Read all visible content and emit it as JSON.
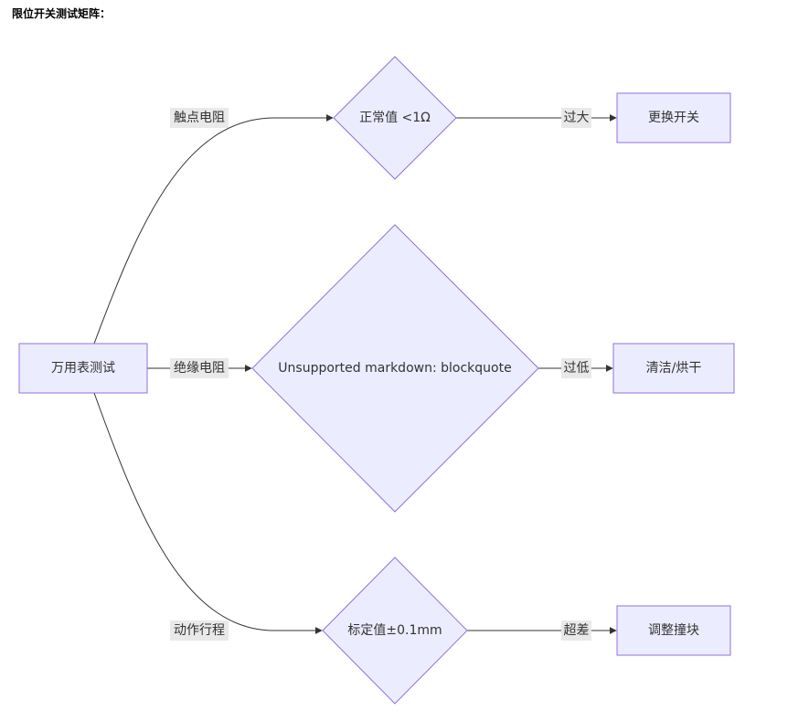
{
  "heading": "限位开关测试矩阵：",
  "colors": {
    "node_fill": "#ececff",
    "node_stroke": "#9370db",
    "edge": "#333333",
    "edge_label_bg": "#e8e8e8",
    "text": "#333333"
  },
  "nodes": {
    "start": {
      "label": "万用表测试",
      "shape": "rect"
    },
    "check_contact": {
      "label": "正常值 <1Ω",
      "shape": "diamond"
    },
    "check_insulation": {
      "label": "Unsupported markdown: blockquote",
      "shape": "diamond"
    },
    "check_travel": {
      "label": "标定值±0.1mm",
      "shape": "diamond"
    },
    "action_replace": {
      "label": "更换开关",
      "shape": "rect"
    },
    "action_clean": {
      "label": "清洁/烘干",
      "shape": "rect"
    },
    "action_adjust": {
      "label": "调整撞块",
      "shape": "rect"
    }
  },
  "edges": [
    {
      "from": "start",
      "to": "check_contact",
      "label": "触点电阻"
    },
    {
      "from": "start",
      "to": "check_insulation",
      "label": "绝缘电阻"
    },
    {
      "from": "start",
      "to": "check_travel",
      "label": "动作行程"
    },
    {
      "from": "check_contact",
      "to": "action_replace",
      "label": "过大"
    },
    {
      "from": "check_insulation",
      "to": "action_clean",
      "label": "过低"
    },
    {
      "from": "check_travel",
      "to": "action_adjust",
      "label": "超差"
    }
  ]
}
